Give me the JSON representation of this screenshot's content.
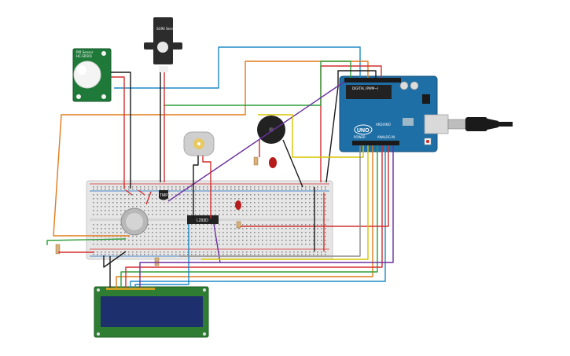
{
  "components": {
    "arduino": {
      "logo": "UNO",
      "brand": "ARDUINO",
      "digital_label": "DIGITAL (PWM~)",
      "analog_label": "ANALOG IN",
      "power_label": "POWER",
      "color": "#1f6fa7"
    },
    "pir_sensor": {
      "name_line1": "PIR Sensor",
      "name_line2": "HC-SR501",
      "color": "#1f7a3a"
    },
    "servo": {
      "label": "SG90 Servo",
      "color": "#2c2c2c"
    },
    "dc_motor": {
      "color": "#cfcfcf"
    },
    "piezo": {
      "color": "#222222"
    },
    "ic_chip": {
      "label": "L293D"
    },
    "transistor": {
      "label": "TMP"
    },
    "gas_sensor": {
      "color": "#b8b8b8"
    },
    "lcd": {
      "screen_color": "#1d2f6d",
      "board_color": "#2e7d32"
    },
    "usb_cable": {
      "color": "#1a1a1a"
    }
  },
  "colors": {
    "breadboard": "#e6e6e6",
    "rail_red": "#d32f2f",
    "rail_blue": "#1565c0",
    "wire_black": "#1a1a1a",
    "wire_red": "#d32f2f",
    "wire_orange": "#e07b1a",
    "wire_yellow": "#d9c400",
    "wire_green": "#2e9e3a",
    "wire_blue": "#1e88c8",
    "wire_purple": "#6a2fa0",
    "wire_gray": "#8a8a8a",
    "led": "#b71c1c"
  }
}
